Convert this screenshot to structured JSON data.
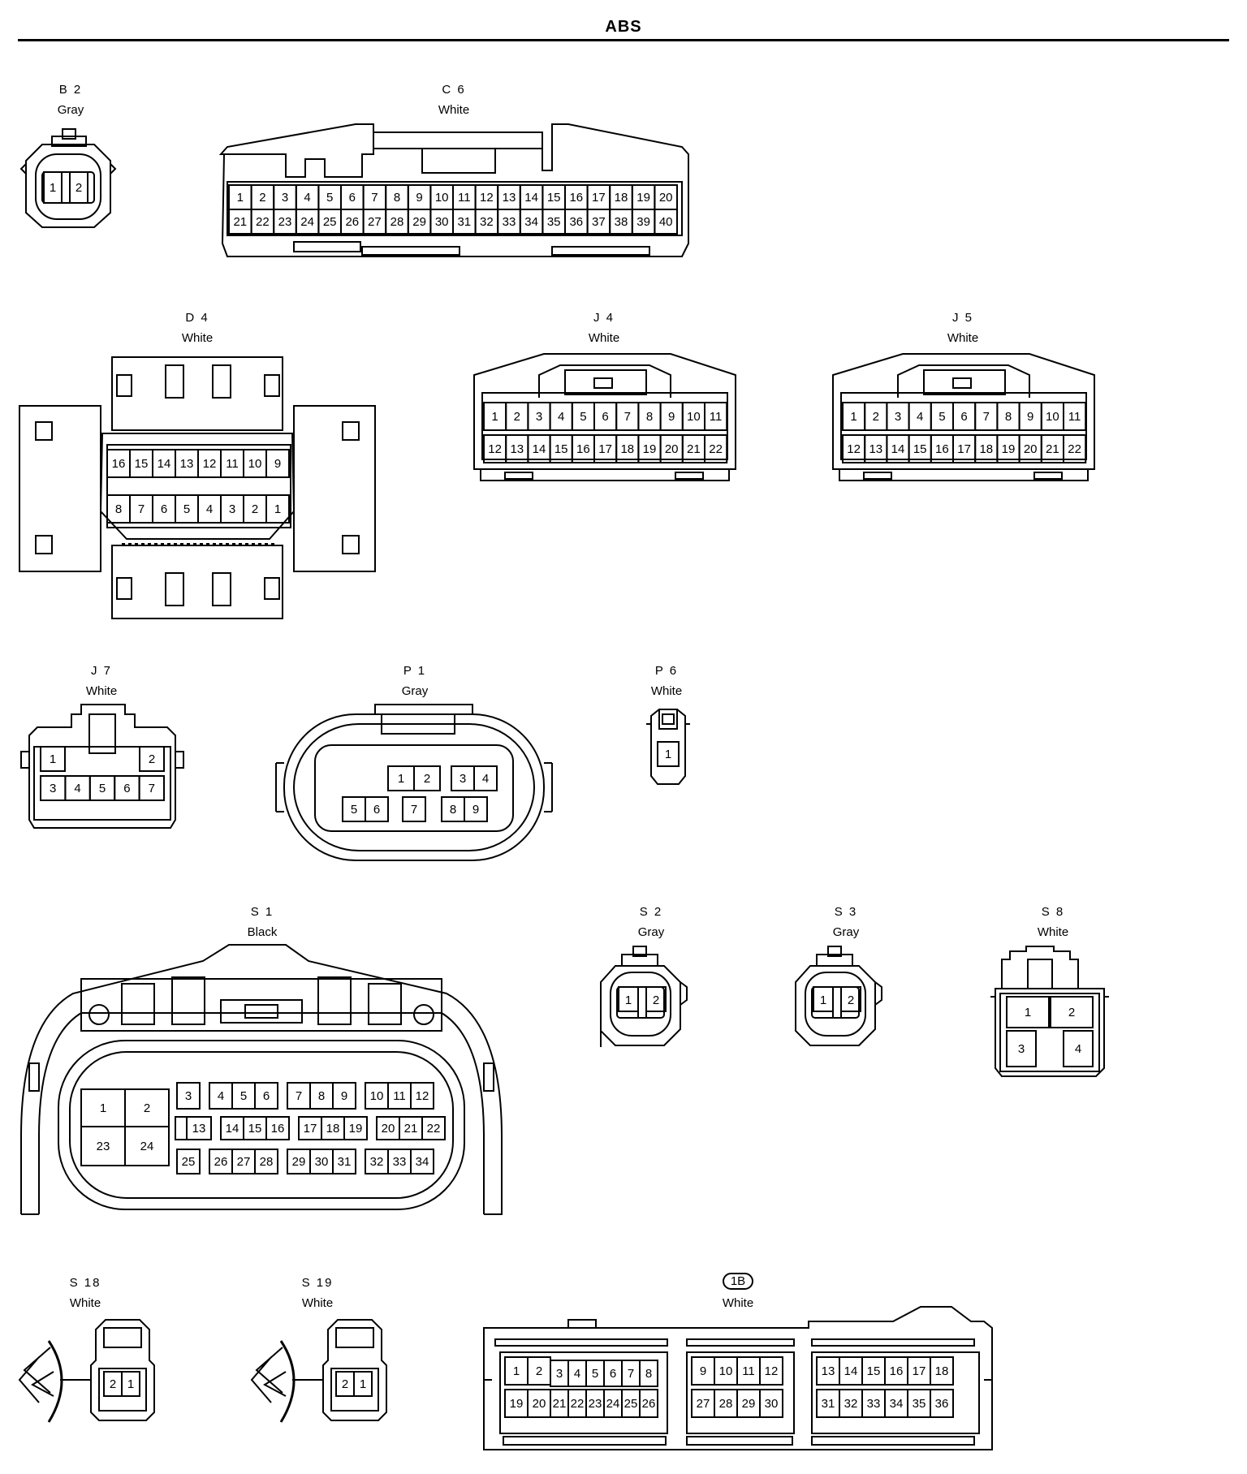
{
  "page_title": "ABS",
  "connectors": [
    {
      "id": "B2",
      "code": "B 2",
      "color": "Gray"
    },
    {
      "id": "C6",
      "code": "C 6",
      "color": "White"
    },
    {
      "id": "D4",
      "code": "D 4",
      "color": "White"
    },
    {
      "id": "J4",
      "code": "J 4",
      "color": "White"
    },
    {
      "id": "J5",
      "code": "J 5",
      "color": "White"
    },
    {
      "id": "J7",
      "code": "J 7",
      "color": "White"
    },
    {
      "id": "P1",
      "code": "P 1",
      "color": "Gray"
    },
    {
      "id": "P6",
      "code": "P 6",
      "color": "White"
    },
    {
      "id": "S1",
      "code": "S 1",
      "color": "Black"
    },
    {
      "id": "S2",
      "code": "S 2",
      "color": "Gray"
    },
    {
      "id": "S3",
      "code": "S 3",
      "color": "Gray"
    },
    {
      "id": "S8",
      "code": "S 8",
      "color": "White"
    },
    {
      "id": "S18",
      "code": "S 18",
      "color": "White"
    },
    {
      "id": "S19",
      "code": "S 19",
      "color": "White"
    },
    {
      "id": "1B",
      "code": "1B",
      "color": "White"
    }
  ]
}
